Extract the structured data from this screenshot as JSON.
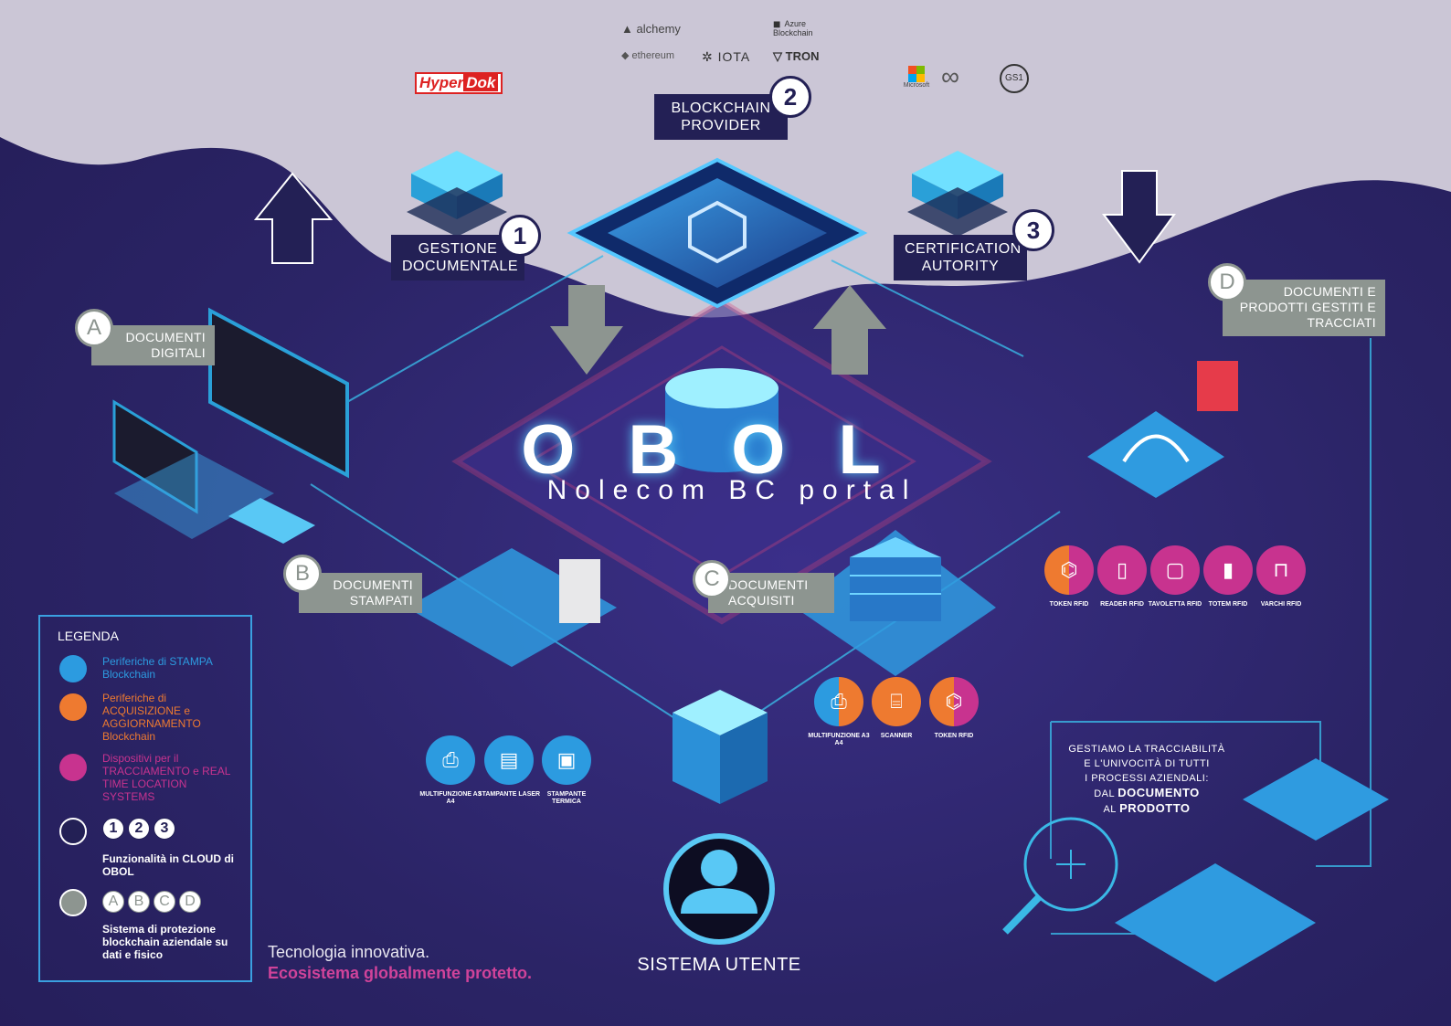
{
  "logos": {
    "alchemy": "alchemy",
    "ethereum": "ethereum",
    "iota": "IOTA",
    "tron": "TRON",
    "azure": "Azure Blockchain",
    "microsoft": "Microsoft",
    "gs1": "GS1",
    "hyperdok_a": "Hyper",
    "hyperdok_b": "Dok"
  },
  "cloud": {
    "gestione": "GESTIONE DOCUMENTALE",
    "provider": "BLOCKCHAIN PROVIDER",
    "certification": "CERTIFICATION AUTORITY",
    "n1": "1",
    "n2": "2",
    "n3": "3"
  },
  "sections": {
    "a_letter": "A",
    "a_label": "DOCUMENTI DIGITALI",
    "b_letter": "B",
    "b_label": "DOCUMENTI STAMPATI",
    "c_letter": "C",
    "c_label": "DOCUMENTI ACQUISITI",
    "d_letter": "D",
    "d_label": "DOCUMENTI E PRODOTTI GESTITI E TRACCIATI"
  },
  "brand": {
    "name": "OBOL",
    "subtitle": "Nolecom BC portal"
  },
  "devices_b": [
    {
      "label": "MULTIFUNZIONE A3 A4",
      "icon": "printer-icon"
    },
    {
      "label": "STAMPANTE LASER",
      "icon": "laser-printer-icon"
    },
    {
      "label": "STAMPANTE TERMICA",
      "icon": "thermal-printer-icon"
    }
  ],
  "devices_c": [
    {
      "label": "MULTIFUNZIONE A3 A4",
      "icon": "printer-icon"
    },
    {
      "label": "SCANNER",
      "icon": "scanner-icon"
    },
    {
      "label": "TOKEN RFID",
      "icon": "rfid-tag-icon"
    }
  ],
  "devices_d": [
    {
      "label": "TOKEN RFID",
      "icon": "rfid-tag-icon"
    },
    {
      "label": "READER RFID",
      "icon": "rfid-reader-icon"
    },
    {
      "label": "TAVOLETTA RFID",
      "icon": "rfid-tablet-icon"
    },
    {
      "label": "TOTEM RFID",
      "icon": "rfid-totem-icon"
    },
    {
      "label": "VARCHI RFID",
      "icon": "rfid-gate-icon"
    }
  ],
  "tracking": {
    "line1": "GESTIAMO LA TRACCIABILITÀ",
    "line2": "E L'UNIVOCITÀ DI TUTTI",
    "line3": "I PROCESSI AZIENDALI:",
    "line4a": "DAL ",
    "line4b": "DOCUMENTO",
    "line5a": "AL ",
    "line5b": "PRODOTTO"
  },
  "user": {
    "label": "SISTEMA UTENTE"
  },
  "legend": {
    "title": "LEGENDA",
    "blue_text": "Periferiche di STAMPA Blockchain",
    "orange_text": "Periferiche di ACQUISIZIONE e AGGIORNAMENTO Blockchain",
    "magenta_text": "Dispositivi per il TRACCIAMENTO e REAL TIME LOCATION SYSTEMS",
    "numbers": [
      "1",
      "2",
      "3"
    ],
    "cloud_text": "Funzionalità in CLOUD di OBOL",
    "letters": [
      "A",
      "B",
      "C",
      "D"
    ],
    "protect_text": "Sistema di protezione blockchain aziendale su dati e fisico",
    "colors": {
      "blue": "#2c9be0",
      "orange": "#ee7a30",
      "magenta": "#c8338f",
      "gray": "#8d9590",
      "navy": "#232055"
    }
  },
  "tagline": {
    "line1": "Tecnologia innovativa.",
    "line2": "Ecosistema globalmente protetto."
  }
}
